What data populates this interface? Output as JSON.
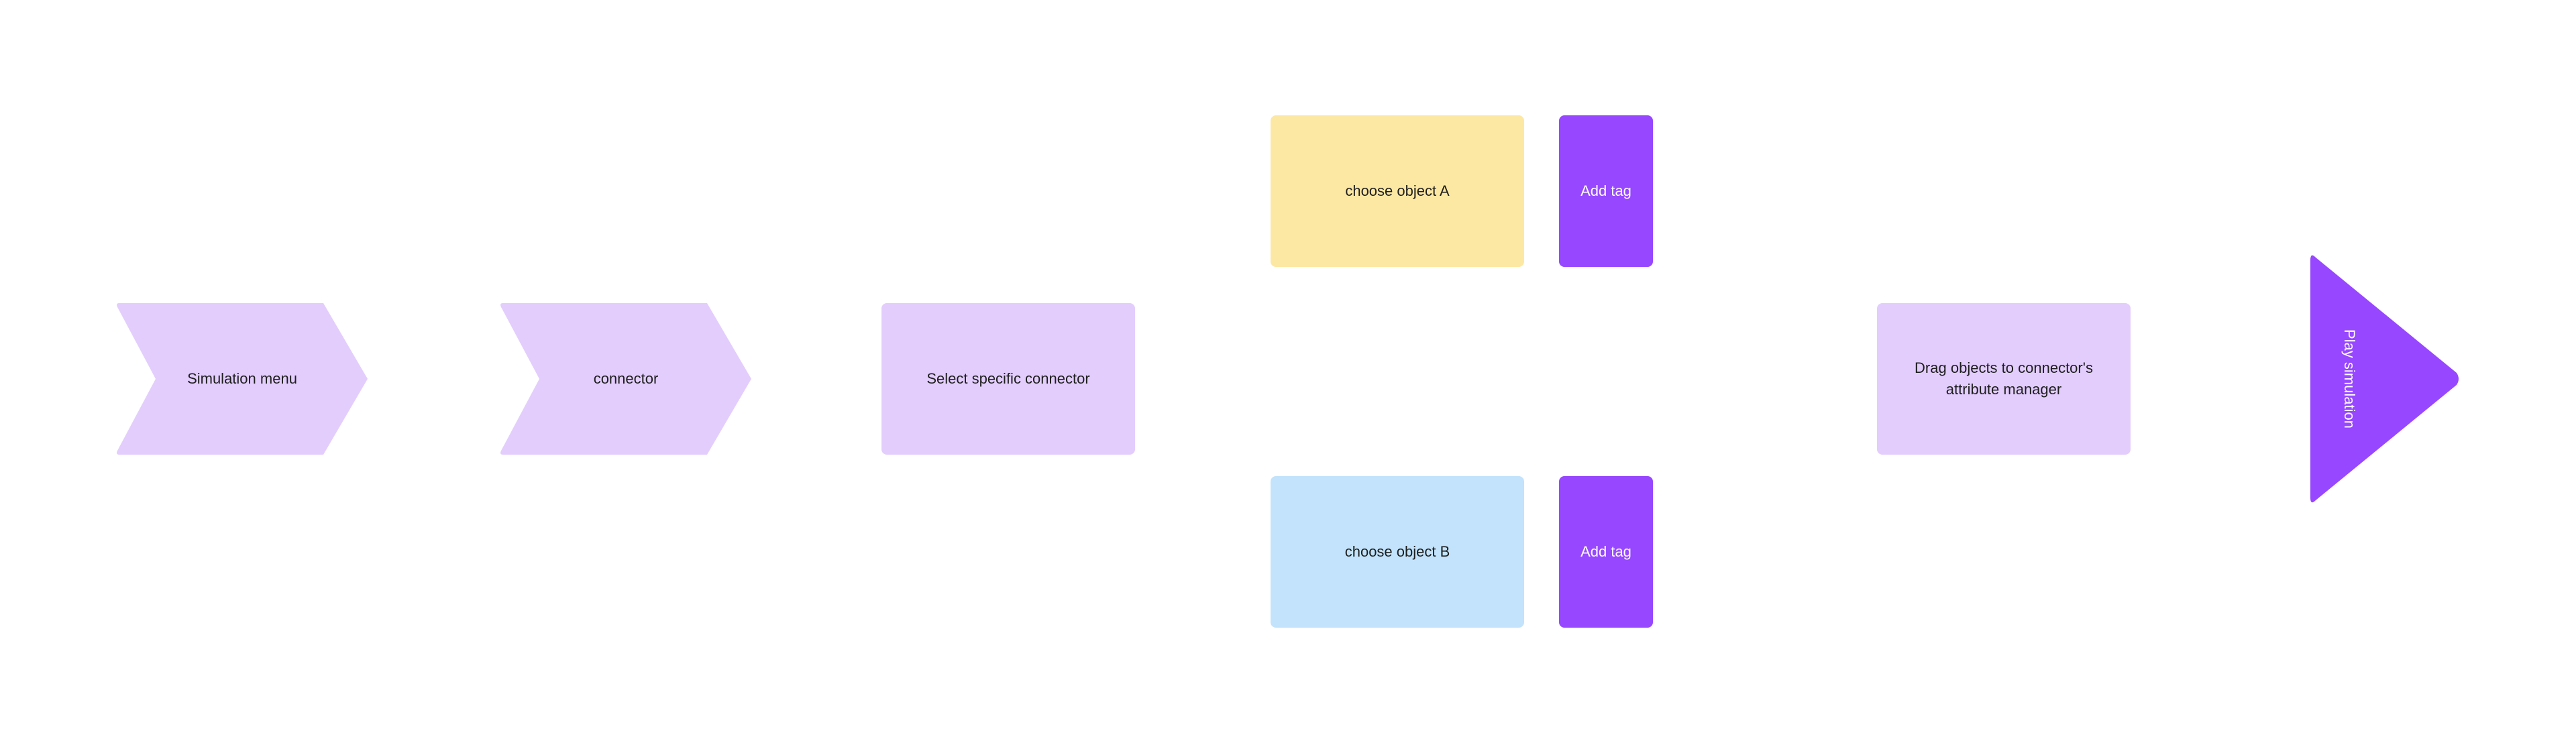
{
  "colors": {
    "lavender": "#e3cdfd",
    "yellow": "#fde8a3",
    "blue": "#c2e3fb",
    "purple": "#9747ff",
    "dark_text": "#1e1e1e",
    "light_text": "#ffffff"
  },
  "flow": {
    "step1": {
      "label": "Simulation menu",
      "shape": "chevron"
    },
    "step2": {
      "label": "connector",
      "shape": "chevron"
    },
    "step3": {
      "label": "Select specific connector",
      "shape": "rectangle"
    },
    "object_a": {
      "label": "choose object A",
      "shape": "rectangle"
    },
    "tag_a": {
      "label": "Add tag",
      "shape": "rectangle"
    },
    "object_b": {
      "label": "choose object B",
      "shape": "rectangle"
    },
    "tag_b": {
      "label": "Add tag",
      "shape": "rectangle"
    },
    "step4": {
      "label": "Drag objects to connector's attribute manager",
      "shape": "rectangle"
    },
    "play": {
      "label": "Play simulation",
      "shape": "triangle"
    }
  }
}
